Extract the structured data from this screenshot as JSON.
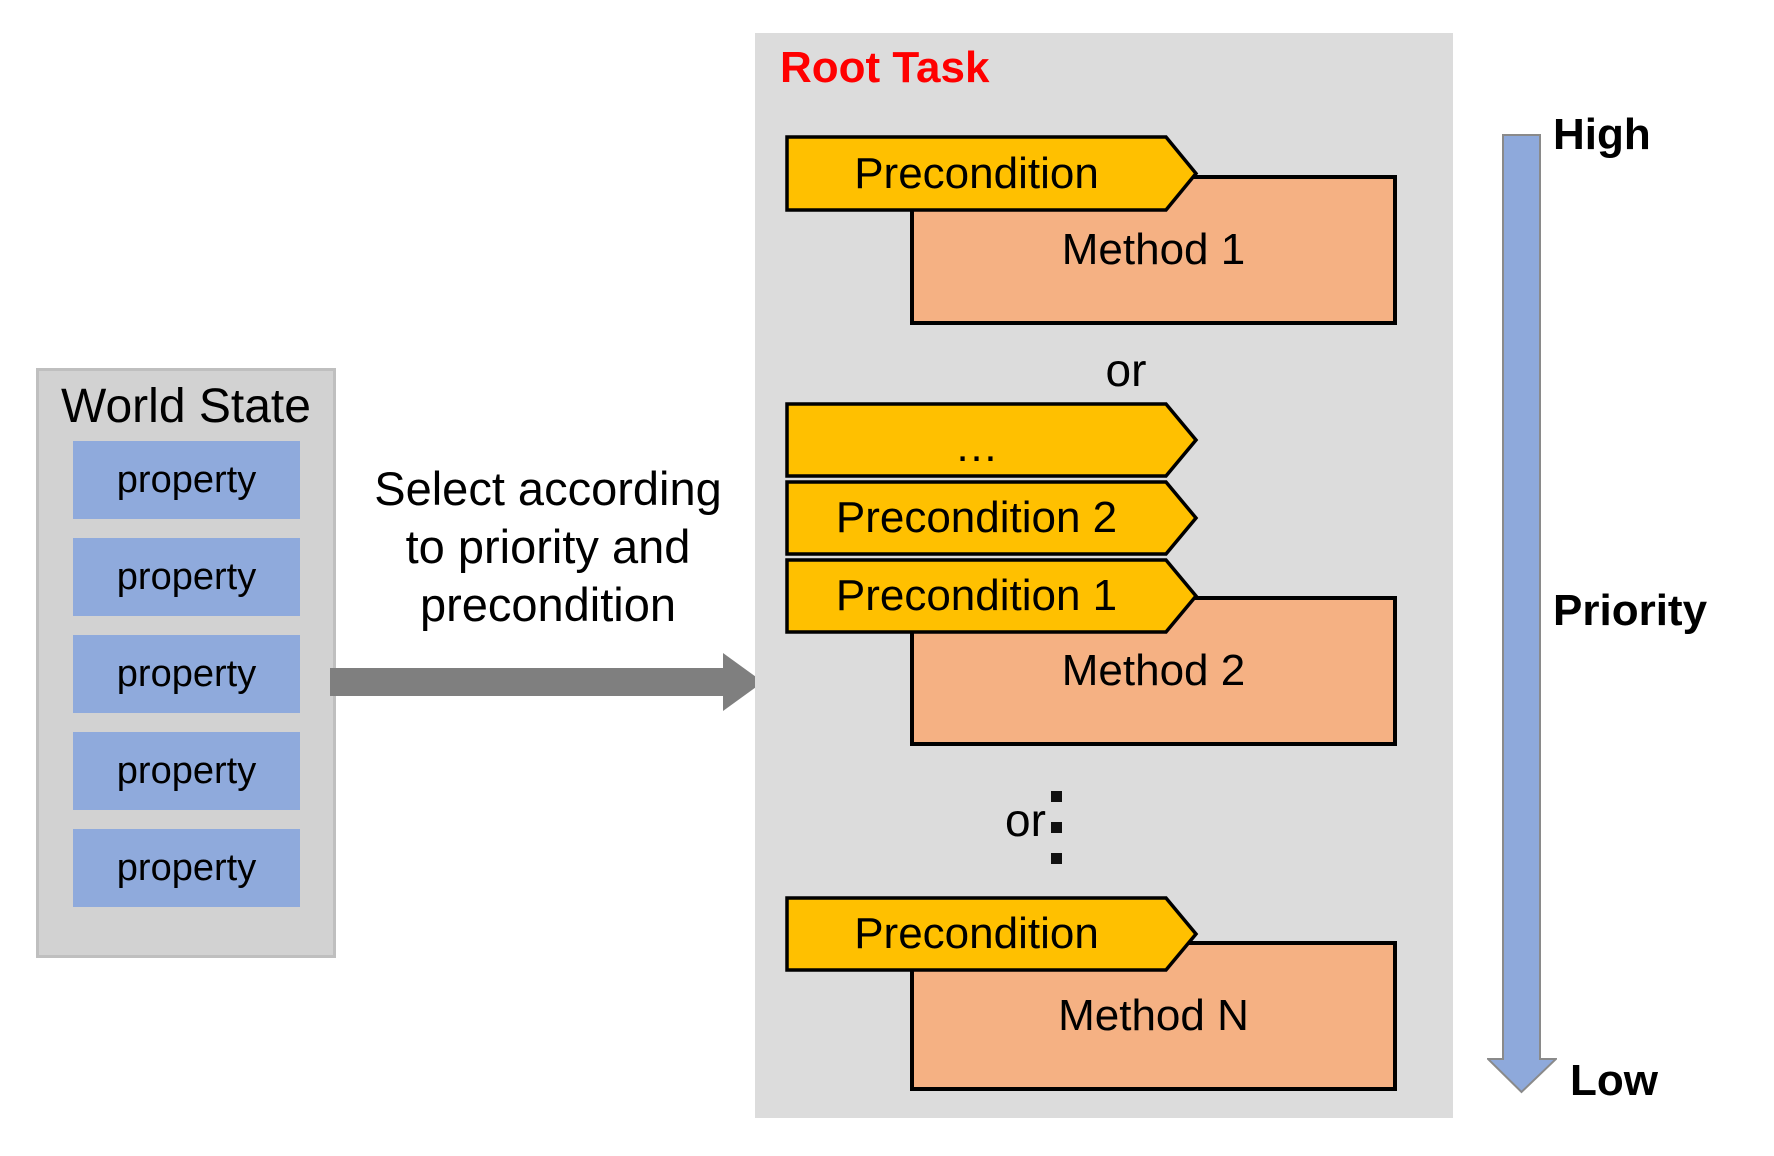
{
  "colors": {
    "background": "#FFFFFF",
    "root_panel_gray": "#DCDCDC",
    "world_panel_gray": "#D2D2D2",
    "world_panel_border": "#BFBFBF",
    "precondition_yellow": "#FFC000",
    "method_orange": "#F5B183",
    "property_blue": "#8FAADC",
    "priority_arrow_blue": "#8EA9DB",
    "priority_arrow_border": "#8A8A8A",
    "select_arrow_gray": "#7F7F7F",
    "root_title_red": "#FF0000",
    "outline_black": "#000000"
  },
  "world_state": {
    "title": "World State",
    "properties": [
      "property",
      "property",
      "property",
      "property",
      "property"
    ]
  },
  "middle": {
    "caption_lines": [
      "Select according",
      "to priority and",
      "precondition"
    ]
  },
  "root_task": {
    "title": "Root Task",
    "or_separators": [
      "or",
      "or"
    ],
    "vertical_ellipsis": "⋮",
    "groups": [
      {
        "preconditions": [
          "Precondition"
        ],
        "method": "Method 1"
      },
      {
        "preconditions": [
          "…",
          "Precondition 2",
          "Precondition 1"
        ],
        "method": "Method 2"
      },
      {
        "preconditions": [
          "Precondition"
        ],
        "method": "Method N"
      }
    ]
  },
  "priority_axis": {
    "high_label": "High",
    "axis_label": "Priority",
    "low_label": "Low"
  }
}
